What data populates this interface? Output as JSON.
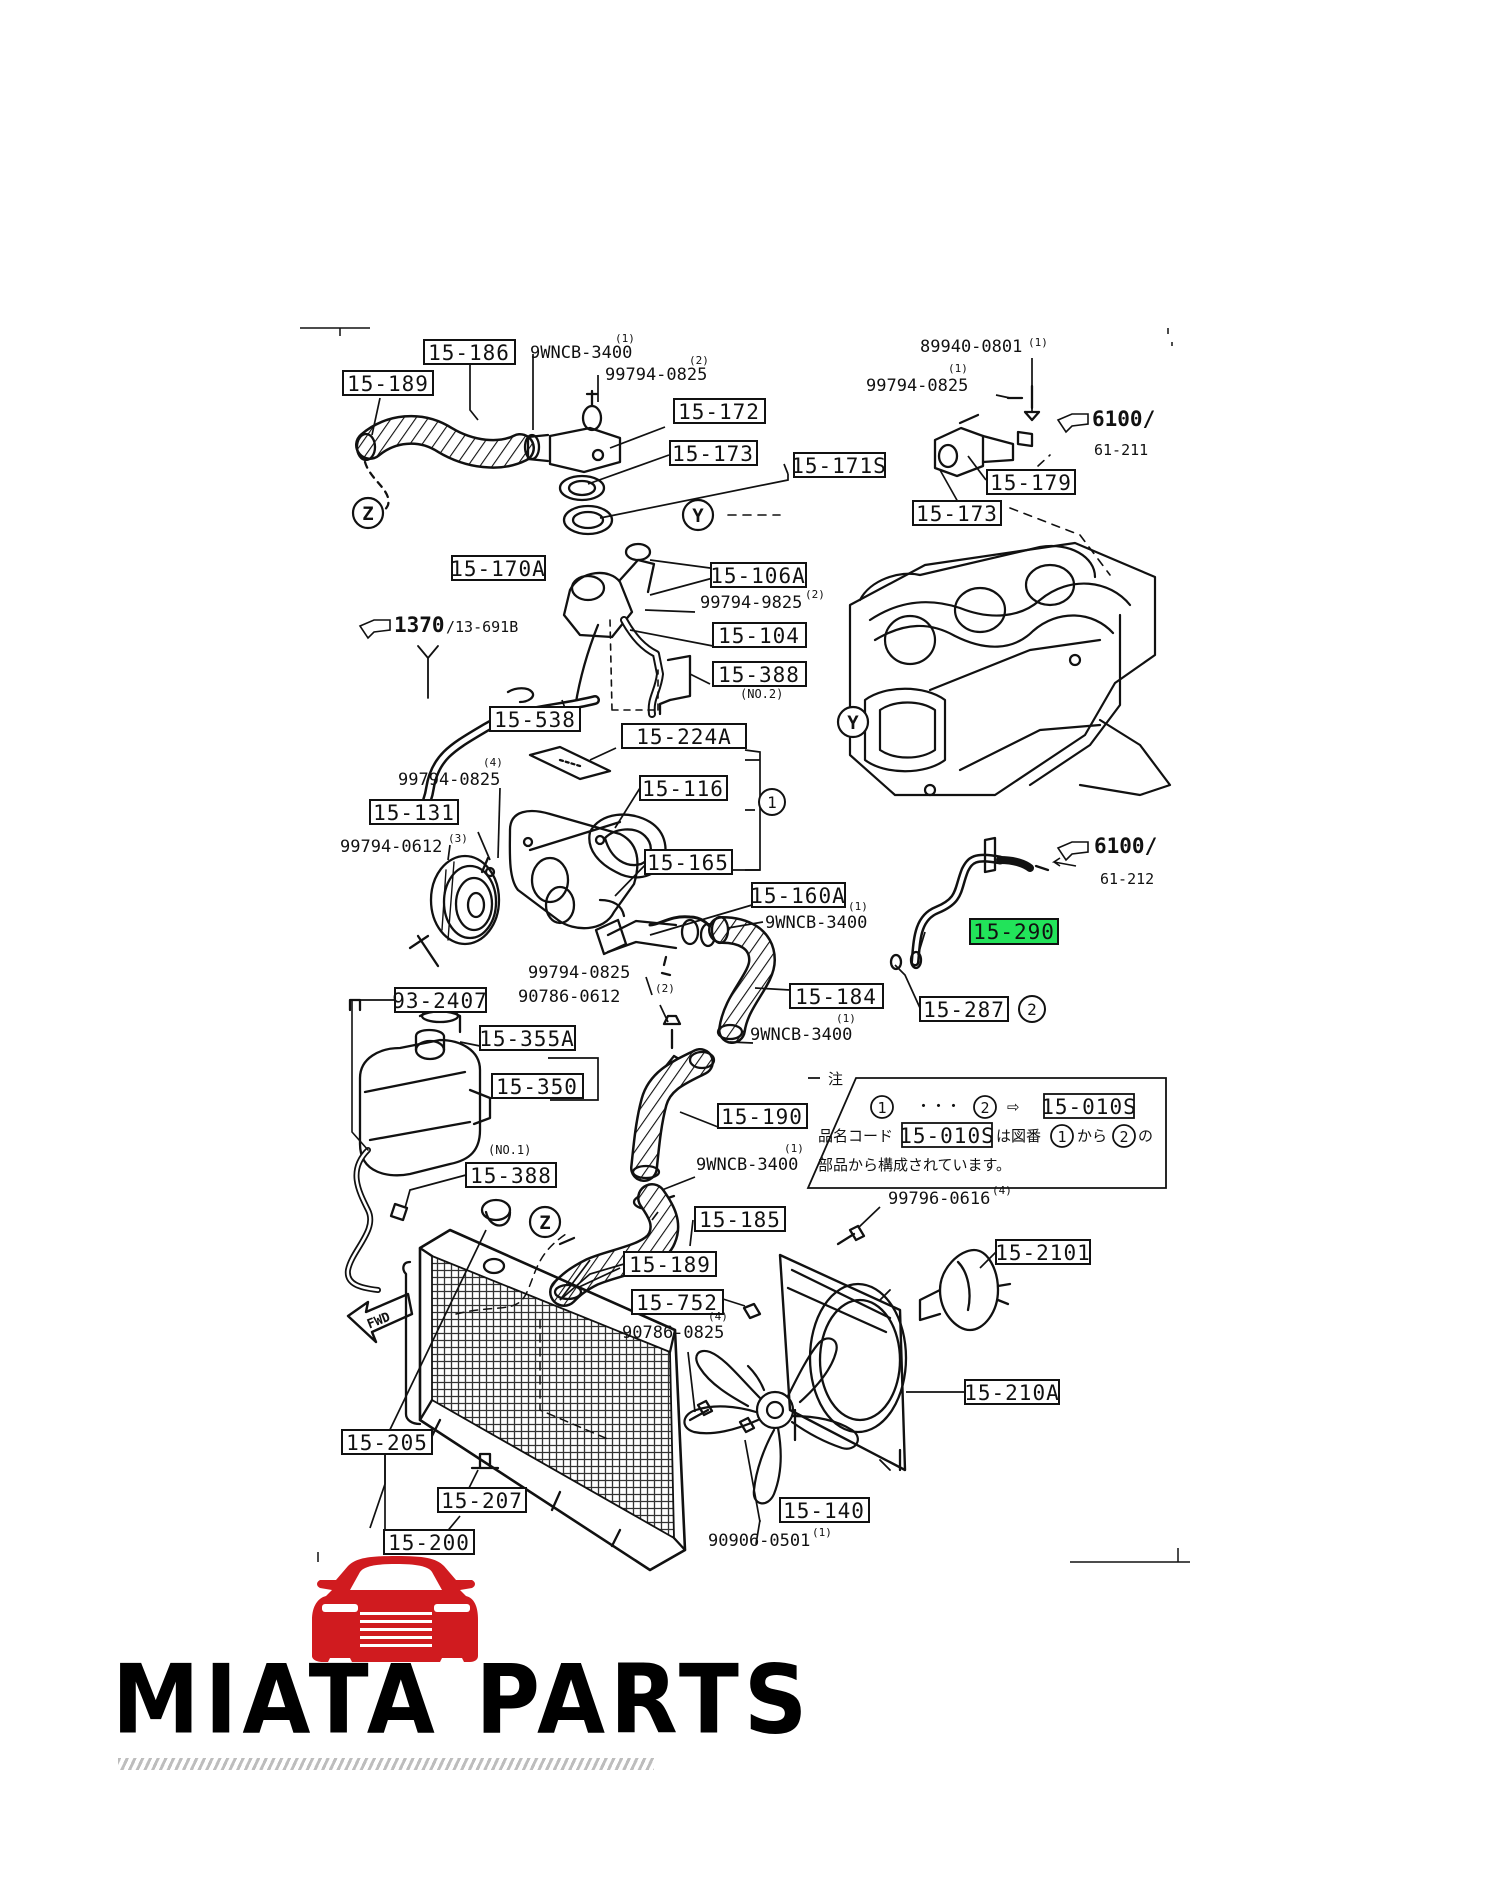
{
  "colors": {
    "ink": "#111111",
    "logo_red": "#d01b1f",
    "highlight": "#22e35a"
  },
  "parts": [
    "15-186",
    "15-189",
    "15-172",
    "15-173",
    "15-171S",
    "15-179",
    "15-173",
    "15-170A",
    "15-106A",
    "15-104",
    "15-388",
    "15-538",
    "15-224A",
    "15-116",
    "15-131",
    "15-165",
    "15-160A",
    "15-290",
    "15-184",
    "15-287",
    "93-2407",
    "15-355A",
    "15-350",
    "15-190",
    "15-388",
    "15-185",
    "15-189",
    "15-752",
    "15-2101",
    "15-210A",
    "15-205",
    "15-207",
    "15-200",
    "15-140"
  ],
  "highlighted_part": "15-290",
  "fasteners": [
    {
      "code": "9WNCB-3400",
      "qty": "(1)"
    },
    {
      "code": "99794-0825",
      "qty": "(2)"
    },
    {
      "code": "89940-0801",
      "qty": "(1)"
    },
    {
      "code": "99794-0825",
      "qty": "(1)"
    },
    {
      "code": "99794-9825",
      "qty": "(2)"
    },
    {
      "code": "99794-0825",
      "qty": "(4)"
    },
    {
      "code": "99794-0612",
      "qty": "(3)"
    },
    {
      "code": "9WNCB-3400",
      "qty": "(1)"
    },
    {
      "code": "99794-0825",
      "qty": ""
    },
    {
      "code": "90786-0612",
      "qty": "(2)"
    },
    {
      "code": "9WNCB-3400",
      "qty": "(1)"
    },
    {
      "code": "9WNCB-3400",
      "qty": "(1)"
    },
    {
      "code": "99796-0616",
      "qty": "(4)"
    },
    {
      "code": "90786-0825",
      "qty": "(4)"
    },
    {
      "code": "90906-0501",
      "qty": "(1)"
    }
  ],
  "refs": [
    {
      "main": "6100/",
      "sub": "61-211"
    },
    {
      "main": "1370",
      "sub": "/13-691B"
    },
    {
      "main": "6100/",
      "sub": "61-212"
    }
  ],
  "markers": [
    "Z",
    "Y",
    "Y",
    "Z",
    "1",
    "2"
  ],
  "notes": [
    "(NO.2)",
    "(NO.1)",
    "FWD"
  ],
  "legend": {
    "title": "注",
    "circle1": "1",
    "dots": "・・・",
    "circle2": "2",
    "arrow": "⇨",
    "set_code": "15-010S",
    "line2_prefix": "品名コード",
    "set_code_2": "15-010S",
    "line2_mid": "は図番",
    "circle1b": "1",
    "line2_kara": "から",
    "circle2b": "2",
    "line2_no": "の",
    "line3": "部品から構成されています。"
  },
  "brand": {
    "name": "MIATA PARTS"
  }
}
